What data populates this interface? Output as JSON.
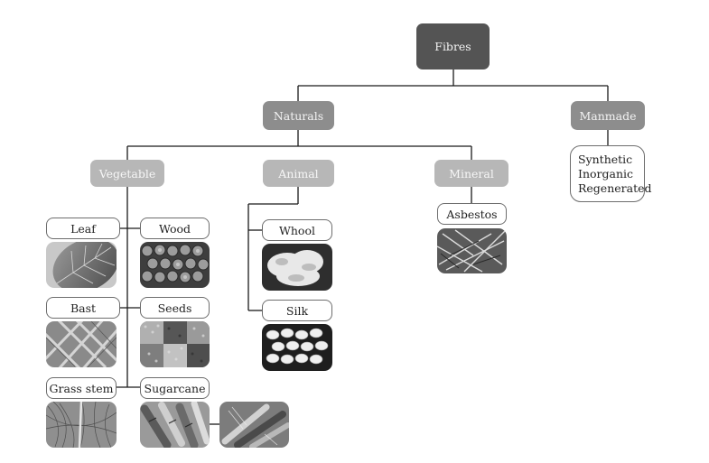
{
  "root": {
    "label": "Fibres"
  },
  "naturals": {
    "label": "Naturals"
  },
  "manmade": {
    "label": "Manmade",
    "items": [
      "Synthetic",
      "Inorganic",
      "Regenerated"
    ]
  },
  "vegetable": {
    "label": "Vegetable",
    "items": [
      {
        "label": "Leaf",
        "image": "leaf-photo"
      },
      {
        "label": "Wood",
        "image": "wood-logs-photo"
      },
      {
        "label": "Bast",
        "image": "bast-fibre-photo"
      },
      {
        "label": "Seeds",
        "image": "seeds-photo"
      },
      {
        "label": "Grass stem",
        "image": "grass-stem-photo"
      },
      {
        "label": "Sugarcane",
        "image": "sugarcane-photo"
      }
    ]
  },
  "animal": {
    "label": "Animal",
    "items": [
      {
        "label": "Whool",
        "image": "wool-photo"
      },
      {
        "label": "Silk",
        "image": "silk-cocoons-photo"
      }
    ]
  },
  "mineral": {
    "label": "Mineral",
    "items": [
      {
        "label": "Asbestos",
        "image": "asbestos-photo"
      }
    ]
  },
  "colors": {
    "root_fill": "#545454",
    "level2_fill": "#8d8d8d",
    "level3_fill": "#b7b7b7",
    "connector": "#1a1a1a",
    "leaf_border": "#6d6d6d"
  }
}
